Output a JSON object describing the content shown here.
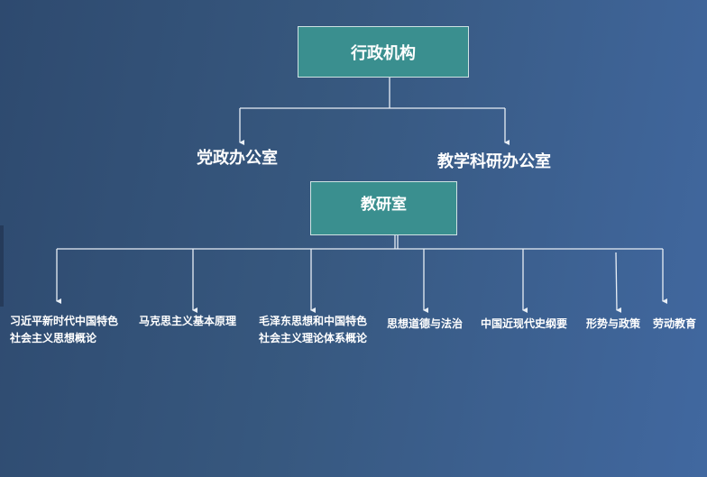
{
  "top_node": {
    "label": "行政机构"
  },
  "offices": [
    {
      "label": "党政办公室"
    },
    {
      "label": "教学科研办公室"
    }
  ],
  "research_office": {
    "label": "教研室"
  },
  "courses": [
    {
      "lines": [
        "习近平新时代中国特色",
        "社会主义思想概论"
      ]
    },
    {
      "lines": [
        "马克思主义基本原理"
      ]
    },
    {
      "lines": [
        "毛泽东思想和中国特色",
        "社会主义理论体系概论"
      ]
    },
    {
      "lines": [
        "思想道德与法治"
      ]
    },
    {
      "lines": [
        "中国近现代史纲要"
      ]
    },
    {
      "lines": [
        "形势与政策"
      ]
    },
    {
      "lines": [
        "劳动教育"
      ]
    }
  ],
  "colors": {
    "node_fill": "#3a8f8f",
    "node_border": "#cfe3e3",
    "connector": "#e8eef5",
    "text": "#ffffff"
  }
}
